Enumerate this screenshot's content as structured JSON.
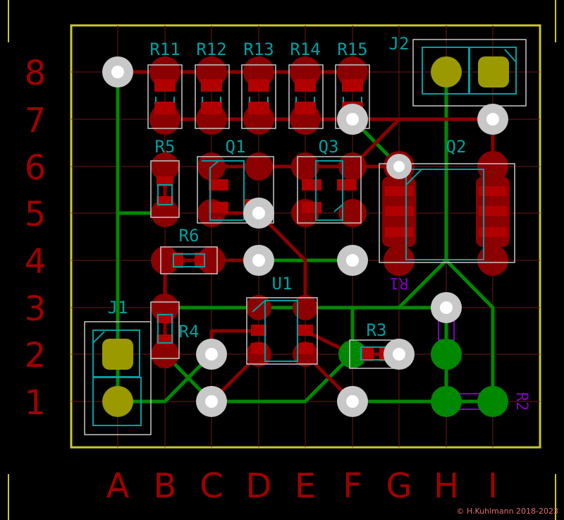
{
  "grid": {
    "columns": [
      "A",
      "B",
      "C",
      "D",
      "E",
      "F",
      "G",
      "H",
      "I"
    ],
    "rows": [
      "8",
      "7",
      "6",
      "5",
      "4",
      "3",
      "2",
      "1"
    ]
  },
  "components": {
    "resistors_top": [
      "R11",
      "R12",
      "R13",
      "R14",
      "R15"
    ],
    "r5": "R5",
    "q1": "Q1",
    "q3": "Q3",
    "q2": "Q2",
    "r6": "R6",
    "u1": "U1",
    "r4": "R4",
    "r3": "R3",
    "j1": "J1",
    "j2": "J2",
    "r1_back": "R1",
    "r2_back": "R2"
  },
  "copyright": "© H.Kuhlmann 2018-2023",
  "colors": {
    "background": "#000000",
    "board_outline": "#c8c832",
    "copper_front": "#8b0000",
    "copper_back": "#008800",
    "silk_front": "#00a0a0",
    "silk_back": "#7f00bf",
    "courtyard": "#c8c8c8",
    "pad_gold": "#9a9a00",
    "grid_line": "#6e1818",
    "label_red": "#a00000",
    "hole": "#ffffff",
    "via_ring": "#c8c8c8"
  }
}
